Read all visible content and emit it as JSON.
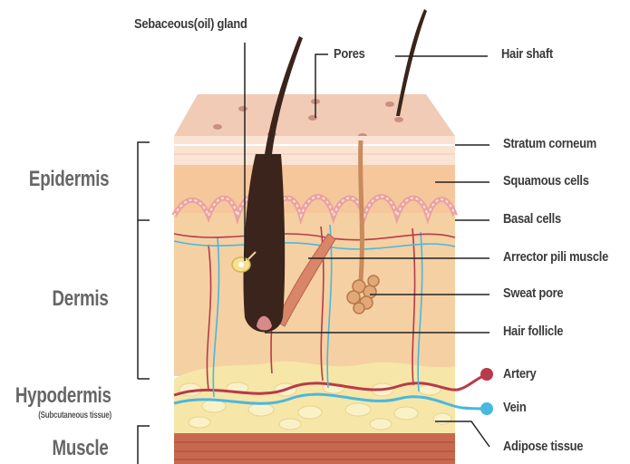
{
  "diagram": {
    "labels_top": {
      "sebaceous": "Sebaceous(oil) gland",
      "pores": "Pores",
      "hair_shaft": "Hair shaft"
    },
    "labels_right": {
      "stratum_corneum": "Stratum corneum",
      "squamous_cells": "Squamous cells",
      "basal_cells": "Basal cells",
      "arrector_pili": "Arrector pili muscle",
      "sweat_pore": "Sweat pore",
      "hair_follicle": "Hair follicle",
      "artery": "Artery",
      "vein": "Vein",
      "adipose_tissue": "Adipose tissue"
    },
    "labels_left": {
      "epidermis": "Epidermis",
      "dermis": "Dermis",
      "hypodermis": "Hypodermis",
      "hypodermis_sub": "(Subcutaneous tissue)",
      "muscle": "Muscle"
    },
    "colors": {
      "skin_top": "#f2cbb6",
      "stratum": "#fbe3d3",
      "epidermis": "#f7c79c",
      "dermis": "#f5d0a2",
      "fat": "#f6e6a8",
      "muscle": "#c8684f",
      "hair": "#3b241b",
      "artery": "#b83a4b",
      "vein": "#49b8de",
      "leader": "#222222"
    }
  }
}
